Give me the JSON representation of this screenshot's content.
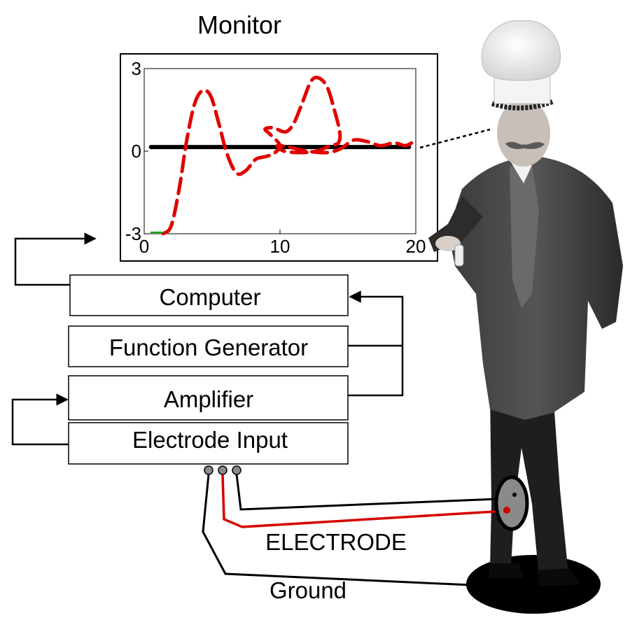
{
  "monitor": {
    "title": "Monitor",
    "chart_data": {
      "type": "line",
      "x_ticks": [
        "0",
        "10",
        "20"
      ],
      "y_ticks": [
        "3",
        "0",
        "-3"
      ],
      "xlim": [
        0,
        20
      ],
      "ylim": [
        -3,
        3
      ],
      "series": [
        {
          "color": "#000000",
          "style": "solid",
          "x": [
            0.5,
            19.5
          ],
          "y": [
            0.15,
            0.15
          ]
        },
        {
          "color": "#e00000",
          "style": "dashed",
          "x": [
            1.4,
            2.0,
            2.6,
            3.1,
            3.7,
            4.3,
            4.9,
            5.5,
            6.1,
            6.8,
            7.5,
            8.2,
            8.9,
            9.5,
            10.0,
            9.3,
            8.9,
            9.5,
            10.4,
            11.0,
            11.6,
            12.3,
            12.9,
            13.5,
            14.0,
            14.4,
            14.3,
            13.7,
            12.7,
            11.4,
            10.3,
            9.8,
            10.6,
            12.0,
            13.5,
            14.5,
            15.4,
            16.4,
            17.4,
            18.4,
            19.2,
            19.7
          ],
          "y": [
            -3.0,
            -2.7,
            -1.3,
            0.3,
            1.7,
            2.2,
            2.0,
            1.0,
            -0.1,
            -0.8,
            -0.7,
            -0.3,
            -0.2,
            -0.1,
            0.2,
            0.6,
            0.8,
            0.85,
            0.7,
            1.0,
            1.7,
            2.55,
            2.65,
            2.3,
            1.5,
            0.7,
            0.3,
            0.2,
            0.0,
            -0.05,
            0.0,
            0.2,
            0.15,
            0.0,
            -0.05,
            0.1,
            0.4,
            0.35,
            0.2,
            0.3,
            0.2,
            0.3
          ]
        },
        {
          "color": "#00aa00",
          "style": "solid",
          "x": [
            0.5,
            1.4
          ],
          "y": [
            -2.95,
            -2.95
          ]
        }
      ]
    }
  },
  "blocks": {
    "computer": "Computer",
    "function_generator": "Function Generator",
    "amplifier": "Amplifier",
    "electrode_input": "Electrode Input"
  },
  "labels": {
    "electrode": "ELECTRODE",
    "ground": "Ground"
  },
  "colors": {
    "signal_wire": "#d40000",
    "wire": "#000000",
    "electrode_disc": "#8a8a8a"
  }
}
